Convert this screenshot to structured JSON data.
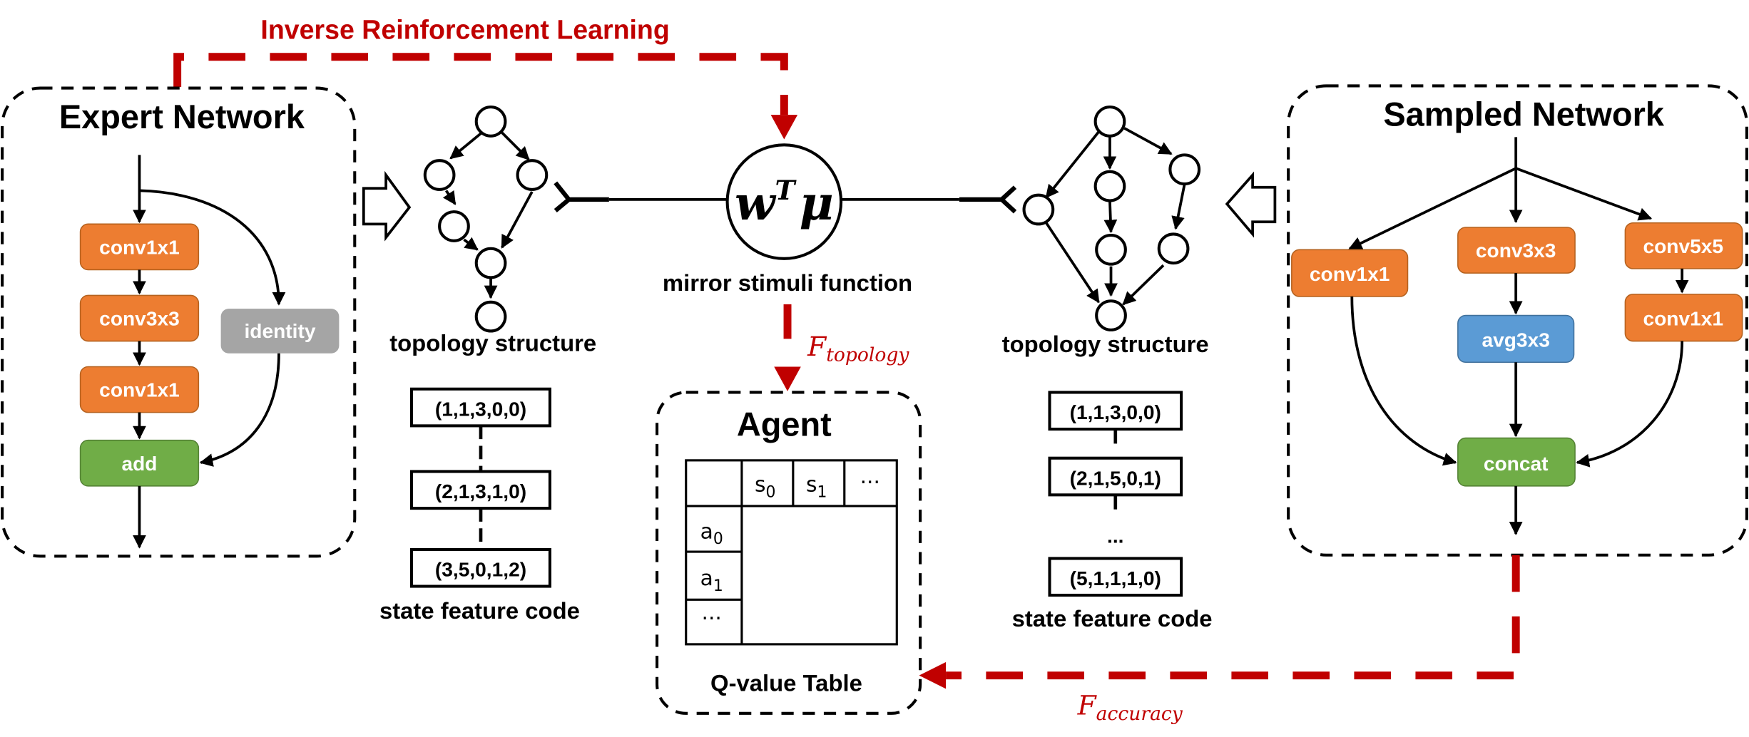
{
  "figure": {
    "irl_label": "Inverse Reinforcement Learning",
    "colors": {
      "accent_red": "#c00000",
      "conv_orange": "#ed7d31",
      "add_green": "#70ad47",
      "identity_gray": "#a5a5a5",
      "pool_blue": "#5b9bd5"
    }
  },
  "expert": {
    "title": "Expert Network",
    "ops": [
      "conv1x1",
      "conv3x3",
      "conv1x1",
      "add",
      "identity"
    ]
  },
  "sampled": {
    "title": "Sampled Network",
    "ops": [
      "conv1x1",
      "conv3x3",
      "conv5x5",
      "avg3x3",
      "conv1x1",
      "concat"
    ]
  },
  "left_topology": {
    "label": "topology structure",
    "codes": [
      "(1,1,3,0,0)",
      "(2,1,3,1,0)",
      "(3,5,0,1,2)"
    ],
    "code_label": "state feature code"
  },
  "right_topology": {
    "label": "topology structure",
    "codes": [
      "(1,1,3,0,0)",
      "(2,1,5,0,1)",
      "(5,1,1,1,0)"
    ],
    "ellipsis": "...",
    "code_label": "state feature code"
  },
  "mirror": {
    "formula_w": "w",
    "formula_T": "T",
    "formula_mu": "μ",
    "label": "mirror stimuli function"
  },
  "f_topology": {
    "F": "F",
    "sub": "topology"
  },
  "f_accuracy": {
    "F": "F",
    "sub": "accuracy"
  },
  "agent": {
    "title": "Agent",
    "table_label": "Q-value Table",
    "columns": [
      "s",
      "s",
      "···"
    ],
    "column_subs": [
      "0",
      "1",
      ""
    ],
    "rows": [
      "a",
      "a",
      "···"
    ],
    "row_subs": [
      "0",
      "1",
      ""
    ]
  }
}
